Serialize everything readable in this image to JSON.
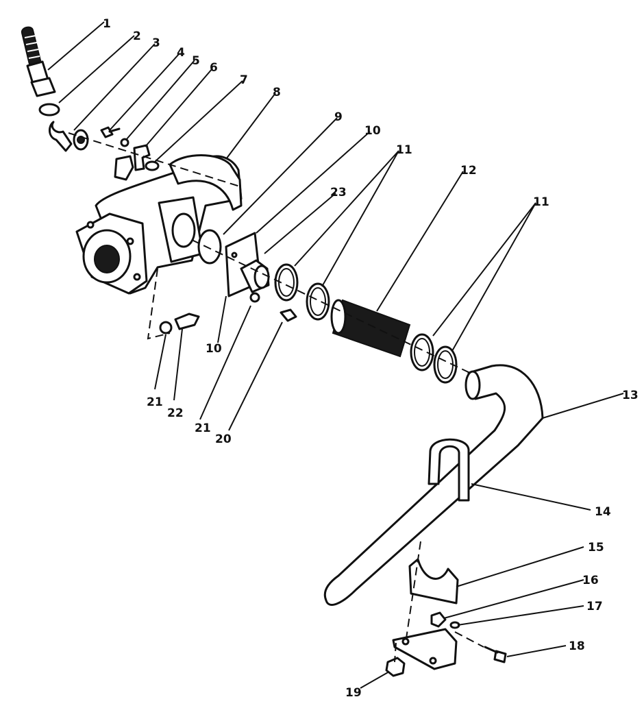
{
  "diagram": {
    "callouts": [
      {
        "id": "c1",
        "label": "1"
      },
      {
        "id": "c2",
        "label": "2"
      },
      {
        "id": "c3",
        "label": "3"
      },
      {
        "id": "c4",
        "label": "4"
      },
      {
        "id": "c5",
        "label": "5"
      },
      {
        "id": "c6",
        "label": "6"
      },
      {
        "id": "c7",
        "label": "7"
      },
      {
        "id": "c8",
        "label": "8"
      },
      {
        "id": "c9",
        "label": "9"
      },
      {
        "id": "c10a",
        "label": "10"
      },
      {
        "id": "c11a",
        "label": "11"
      },
      {
        "id": "c12",
        "label": "12"
      },
      {
        "id": "c11b",
        "label": "11"
      },
      {
        "id": "c23",
        "label": "23"
      },
      {
        "id": "c10b",
        "label": "10"
      },
      {
        "id": "c21a",
        "label": "21"
      },
      {
        "id": "c22",
        "label": "22"
      },
      {
        "id": "c21b",
        "label": "21"
      },
      {
        "id": "c20",
        "label": "20"
      },
      {
        "id": "c13",
        "label": "13"
      },
      {
        "id": "c14",
        "label": "14"
      },
      {
        "id": "c15",
        "label": "15"
      },
      {
        "id": "c16",
        "label": "16"
      },
      {
        "id": "c17",
        "label": "17"
      },
      {
        "id": "c18",
        "label": "18"
      },
      {
        "id": "c19",
        "label": "19"
      }
    ]
  }
}
